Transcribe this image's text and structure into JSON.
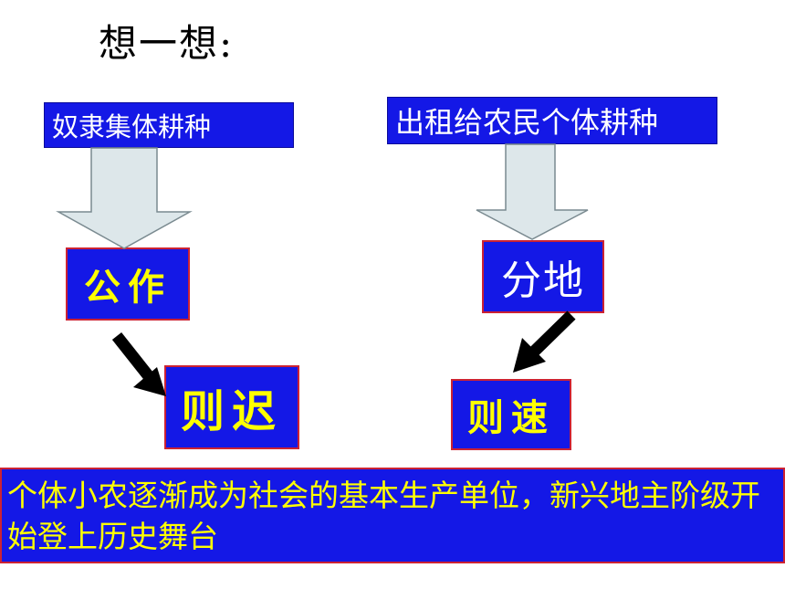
{
  "title": "想一想:",
  "left": {
    "top_label": "奴隶集体耕种",
    "middle_label": "公作",
    "bottom_label": "则迟"
  },
  "right": {
    "top_label": "出租给农民个体耕种",
    "middle_label": "分地",
    "bottom_label": "则速"
  },
  "summary": "个体小农逐渐成为社会的基本生产单位，新兴地主阶级开始登上历史舞台",
  "colors": {
    "box_fill": "#1418e6",
    "highlight_text": "#ffff00",
    "arrow_fill": "#dde7ea"
  }
}
